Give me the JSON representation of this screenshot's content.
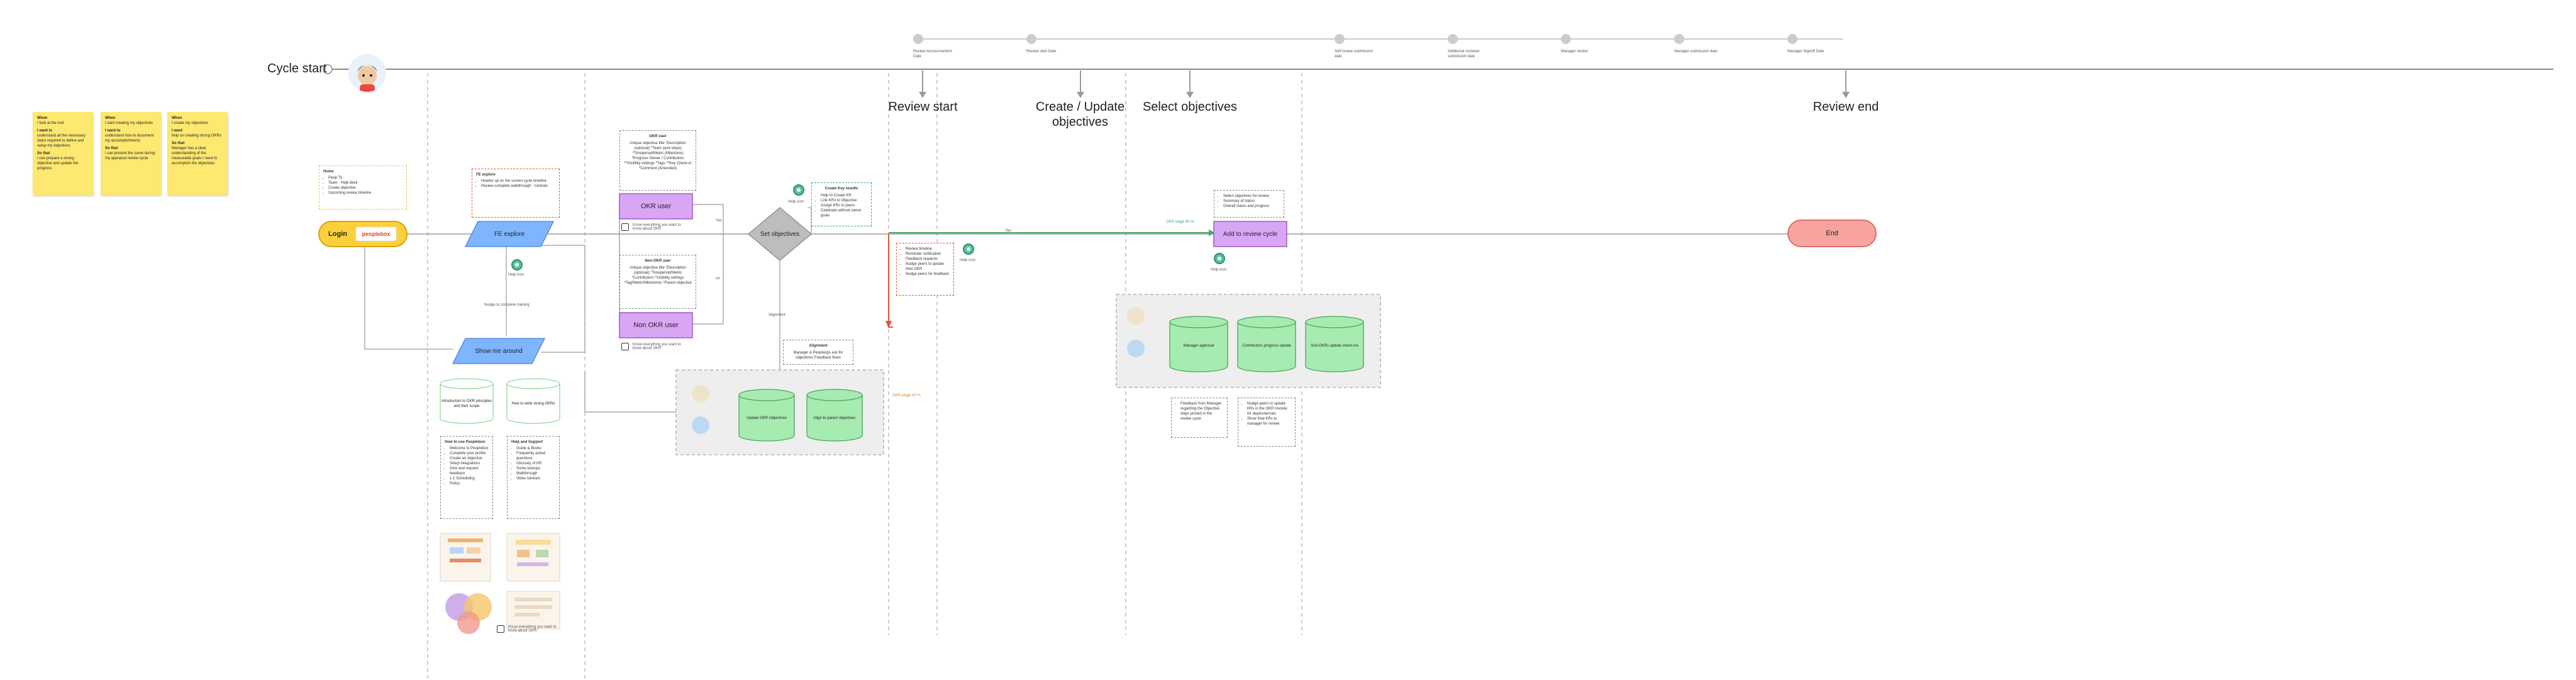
{
  "canvas": {
    "cycle_start": "Cycle start",
    "milestones": {
      "review_start": "Review start",
      "create_update": "Create / Update objectives",
      "select_objectives": "Select objectives",
      "review_end": "Review end"
    },
    "timeline_labels": [
      "Review Announcement Date",
      "Review start Date",
      "Self review submission date",
      "Additional reviewer submission date",
      "Manager review",
      "Manager submission date",
      "Manager Signoff Date"
    ],
    "stickies": [
      {
        "when_h": "When",
        "when": "I look at the tool",
        "want_h": "I want to",
        "want": "understand all the necessary steps required to define and setup my objectives",
        "so_h": "So that",
        "so": "I can prepare a strong objective and update the progress"
      },
      {
        "when_h": "When",
        "when": "I start creating my objectives",
        "want_h": "I want to",
        "want": "understand how to document my accomplishments",
        "so_h": "So that",
        "so": "I can present the same during my appraisal review cycle"
      },
      {
        "when_h": "When",
        "when": "I create my objectives",
        "want_h": "I want",
        "want": "help on creating strong OKRs",
        "so_h": "So that",
        "so": "Manager has a clear understanding of the measurable goals I need to accomplish the objectives"
      }
    ],
    "nodes": {
      "login": "Login",
      "brand": "peoplebox",
      "fe_explore": "FE explore",
      "show_me_around": "Show me around",
      "okr_user": "OKR user",
      "non_okr_user": "Non OKR user",
      "set_objectives": "Set objectives",
      "add_to_review_cycle": "Add to review cycle",
      "end": "End",
      "update_objective": "Update OKR /objectives",
      "align_objectives": "Align to parent objectives",
      "manager_approval": "Manager approval",
      "contributors_progress": "Contributors progress update",
      "sub_okrs_update": "Sub-OKRs update check-ins",
      "intro_okr": "Introduction to OKR principles and their scope",
      "how_to_write": "How to write strong OKRs"
    },
    "notes": {
      "home": {
        "title": "Home",
        "items": [
          "Peep Tk",
          "Team · Help desk",
          "Create objective",
          "Upcoming review timeline"
        ]
      },
      "fe_explore": {
        "title": "FE explore",
        "items": [
          "Header up on the screen cycle timeline",
          "Review complete walkthrough · tutorials"
        ]
      },
      "okr_user": {
        "title": "OKR user",
        "text": "Unique objective title *Description (optional) *Team (and steps) *Timeperiod/Metric (Milestone) *Progress Owner / Contributors **Visibility settings *Tags **Key Check-in *Comment (Amended)"
      },
      "non_okr_user": {
        "title": "Non-OKR user",
        "text": "Unique objective title *Description (optional) *Timeperiod/Metric *Contributors *Visibility settings *Tag/Metric/Milestones *Parent objective"
      },
      "create_key_results": {
        "title": "Create Key results",
        "items": [
          "Help to Create KR",
          "Link KRs to Objective",
          "Assign KRs to peers",
          "Celebrate without owner goals"
        ]
      },
      "review_tracker": {
        "items": [
          "Review timeline",
          "Reminder notification",
          "Feedback requests",
          "Nudge peers to update their OKR",
          "Nudge peers for feedback"
        ]
      },
      "alignment": {
        "title": "Alignment",
        "text": "Manager & Peopleops ask for objectives/ Feedback flows"
      },
      "select_objectives": {
        "items": [
          "Select objectives for review",
          "Summary of status",
          "Overall status and progress"
        ]
      },
      "feedback_manager": {
        "items": [
          "Feedback from Manager regarding the Objective stays pinned in the review cycle"
        ]
      },
      "nudge_peers": {
        "items": [
          "Nudge peers to update KRs in the OKR module for dependencies",
          "Show final KRs to manager for review"
        ]
      },
      "how_to_use": {
        "title": "How to use Peoplebox:",
        "items": [
          "Welcome to Peoplebox",
          "Complete your profile",
          "Create an objective",
          "Setup integrations",
          "Give and request feedback",
          "1:1 Scheduling",
          "Policy"
        ]
      },
      "help_support": {
        "title": "Help and Support",
        "items": [
          "Guide & Books",
          "Frequently asked questions",
          "Glossary of KR",
          "Some lookups",
          "Walkthrough",
          "Video tutorials"
        ]
      }
    },
    "edge_labels": {
      "yes": "Yes",
      "no": "no",
      "alignment": "Alignment",
      "nudge": "Nudge to complete training"
    },
    "small_labels": {
      "help_icon": "Help icon",
      "know_more_1": "Know everything you want to know about OKR",
      "know_more_2": "Know everything you want to know about OKR",
      "know_more_3": "Know everything you want to know about OKR",
      "okr_stage": "OKR stage 40 %",
      "okr_complete": "OKR stage 60 %"
    },
    "colors": {
      "sticky": "#fde870",
      "purple": "#d9a6f6",
      "db": "#a6ebb0",
      "login": "#fcd03a",
      "end": "#f7a4a0",
      "parallelogram": "#7fb4ff",
      "diamond": "#bdbdbd",
      "green_line": "#43a86b",
      "red_line": "#e4543e"
    }
  }
}
